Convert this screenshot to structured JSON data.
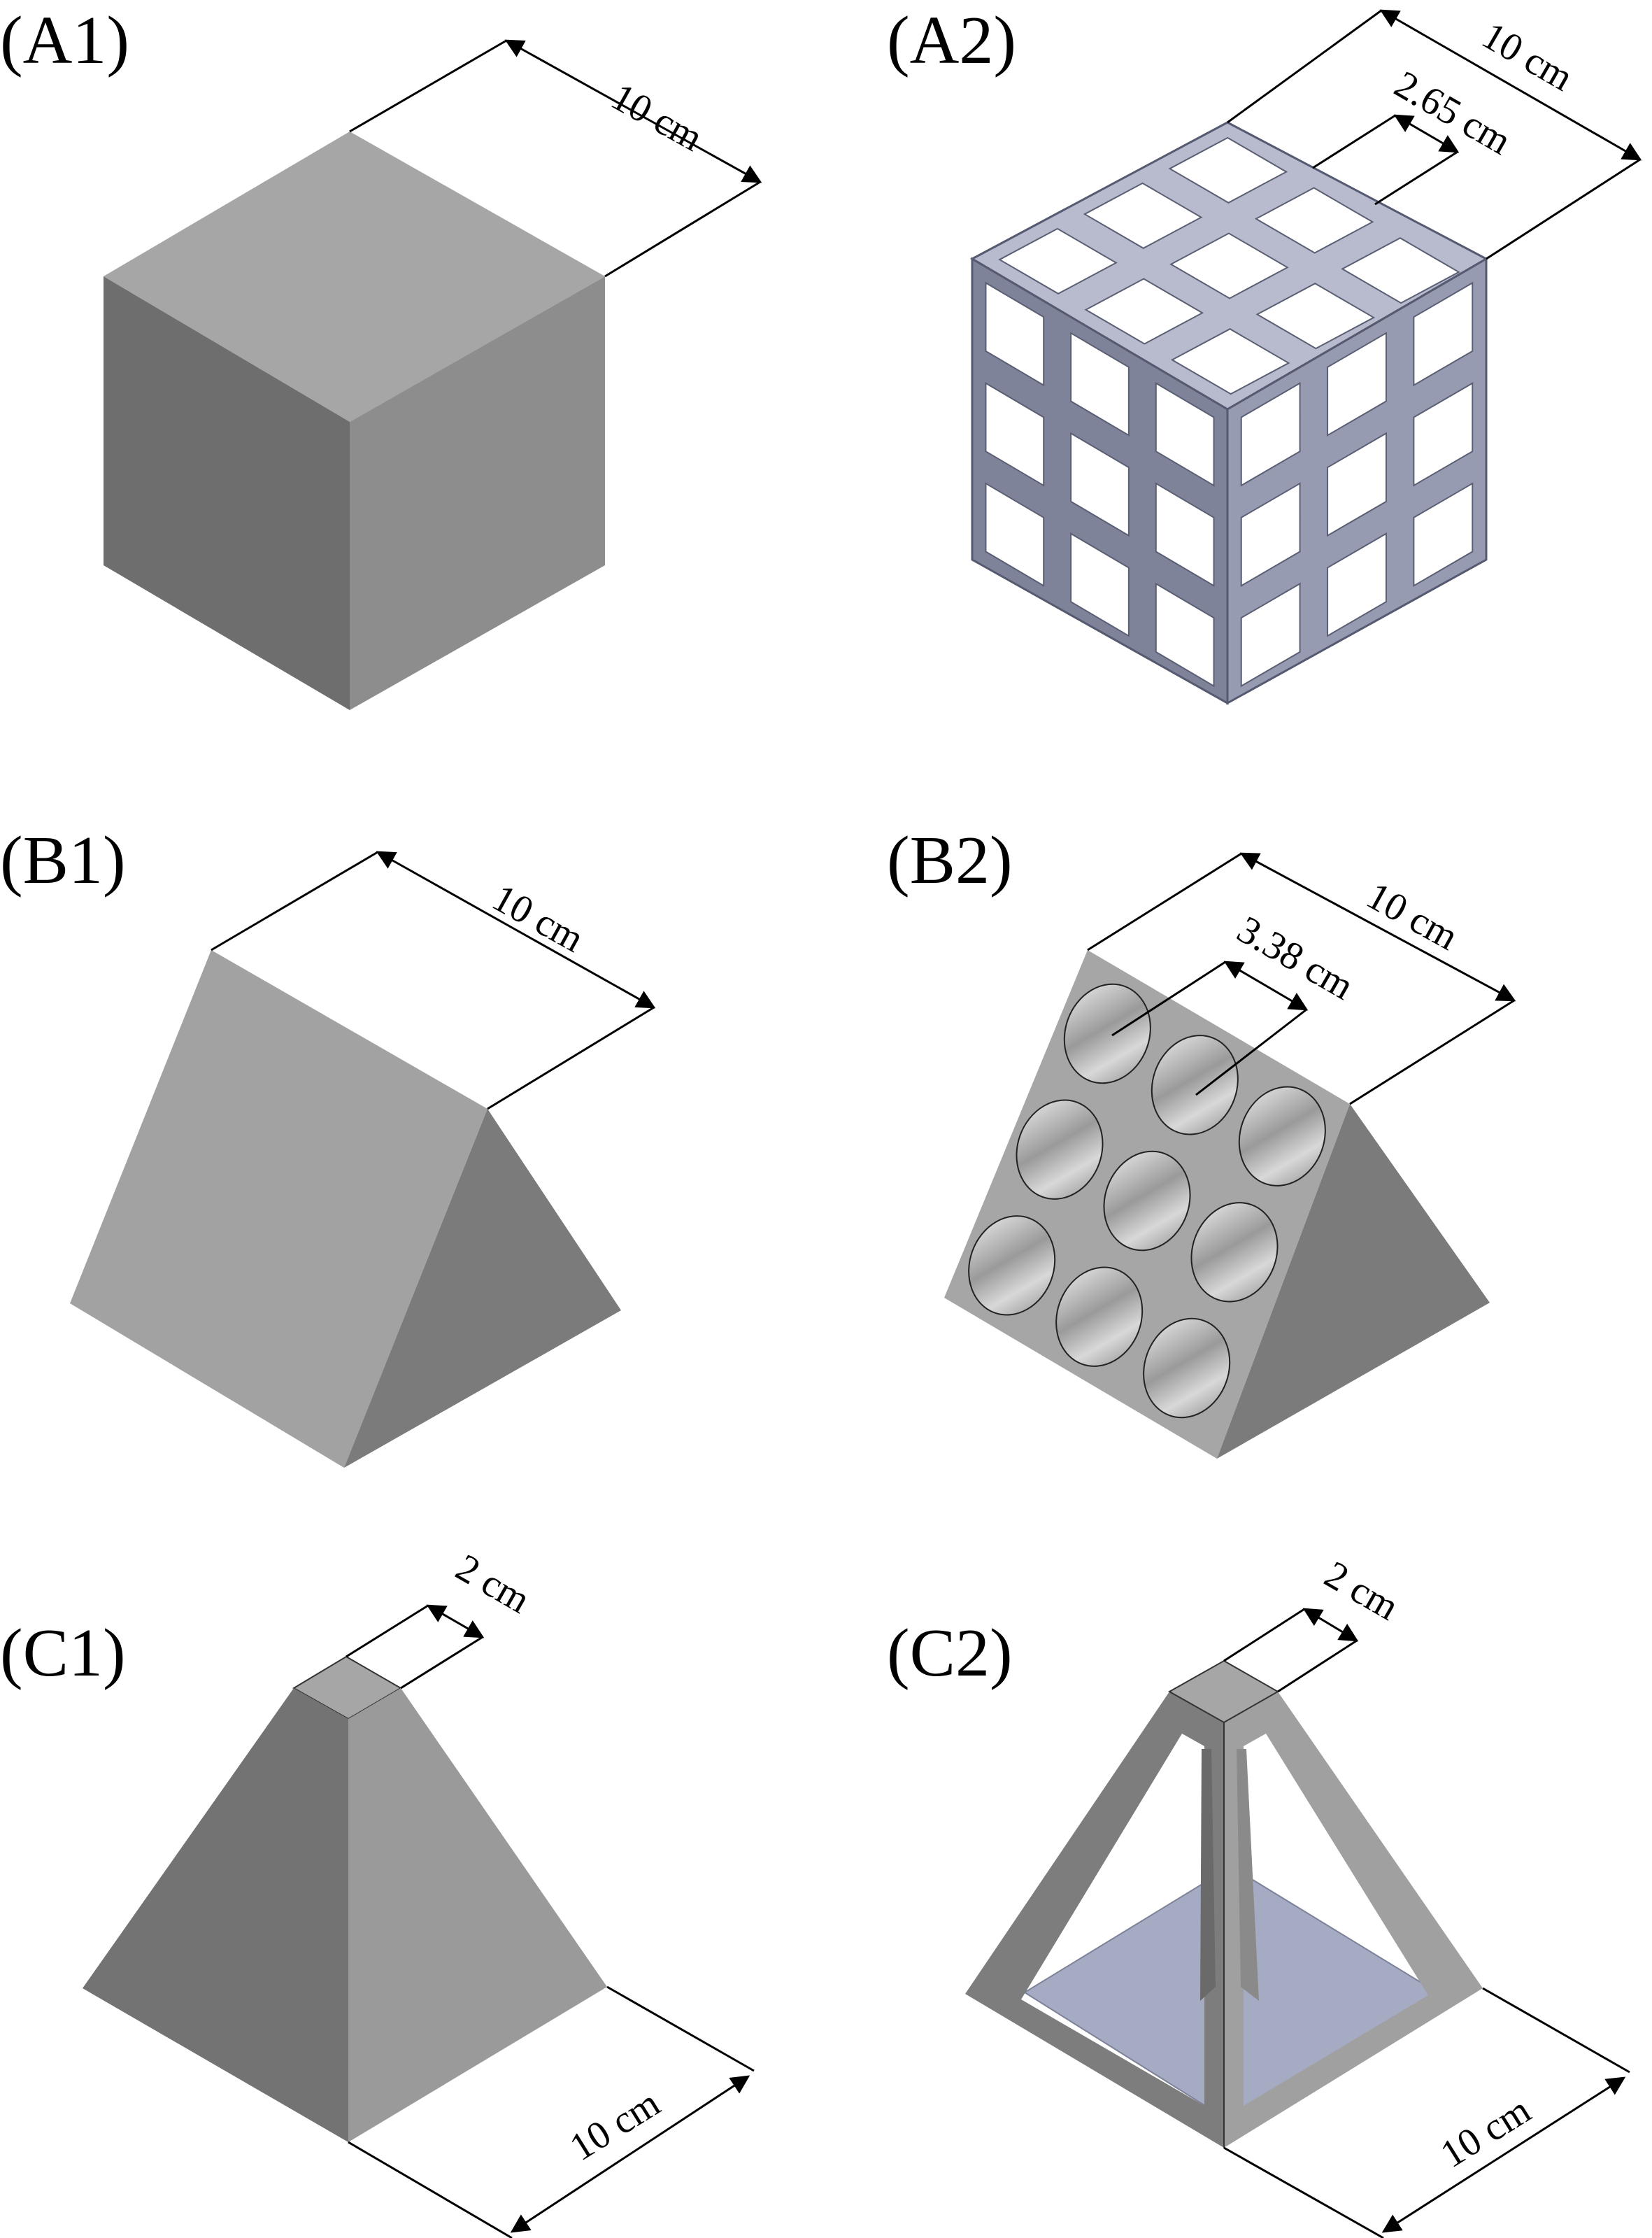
{
  "panels": {
    "a1": {
      "label": "(A1)",
      "dim": "10 cm"
    },
    "a2": {
      "label": "(A2)",
      "dim": "10 cm",
      "dim2": "2.65 cm"
    },
    "b1": {
      "label": "(B1)",
      "dim": "10 cm"
    },
    "b2": {
      "label": "(B2)",
      "dim": "10 cm",
      "dim2": "3.38 cm"
    },
    "c1": {
      "label": "(C1)",
      "dim": "10 cm",
      "dim2": "2 cm"
    },
    "c2": {
      "label": "(C2)",
      "dim": "10 cm",
      "dim2": "2 cm"
    }
  },
  "colors": {
    "solid_top": "#a6a6a6",
    "solid_left": "#6e6e6e",
    "solid_right": "#8d8d8d",
    "lattice": "#8e93aa",
    "glass": "#a6abc4"
  }
}
